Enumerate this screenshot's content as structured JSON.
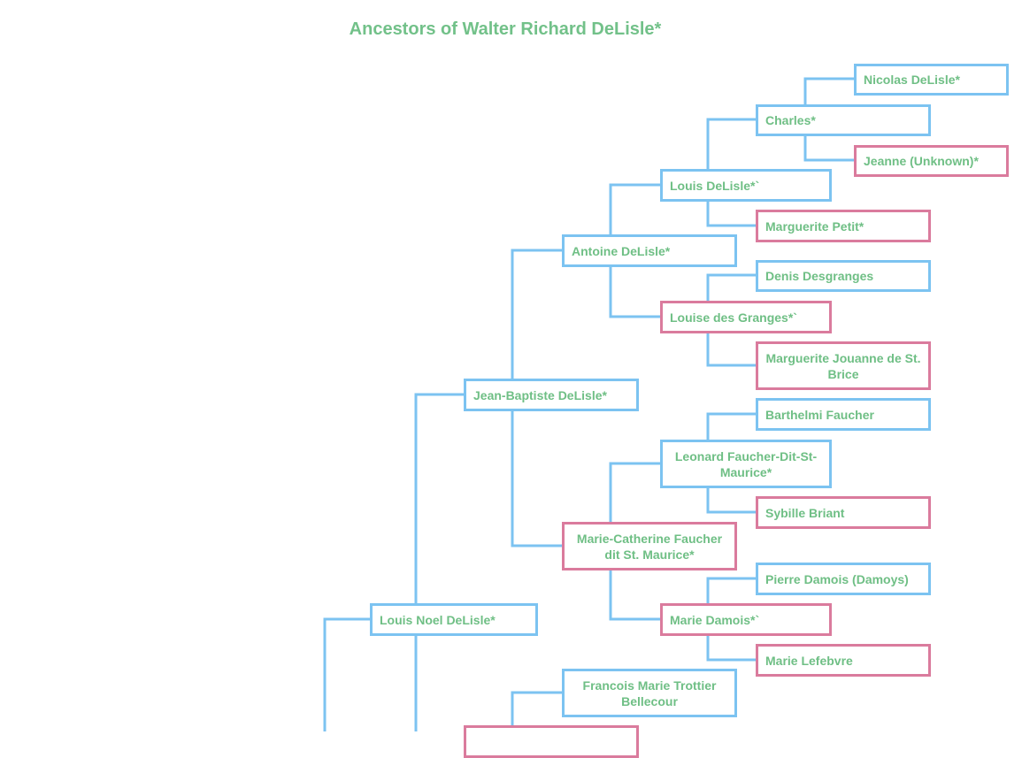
{
  "title": "Ancestors of Walter Richard DeLisle*",
  "people": {
    "nicolas": "Nicolas DeLisle*",
    "charles": "Charles*",
    "jeanne": "Jeanne (Unknown)*",
    "louis": "Louis DeLisle*`",
    "marguerite_petit": "Marguerite Petit*",
    "antoine": "Antoine DeLisle*",
    "denis": "Denis Desgranges",
    "louise": "Louise des Granges*`",
    "marguerite_jouanne": "Marguerite Jouanne de St. Brice",
    "jean_baptiste": "Jean-Baptiste DeLisle*",
    "barthelmi": "Barthelmi Faucher",
    "leonard": "Leonard Faucher-Dit-St-Maurice*",
    "sybille": "Sybille Briant",
    "marie_catherine": "Marie-Catherine Faucher dit St. Maurice*",
    "pierre": "Pierre Damois (Damoys)",
    "marie_damois": "Marie Damois*`",
    "marie_lefebvre": "Marie Lefebvre",
    "louis_noel": "Louis Noel DeLisle*",
    "francois": "Francois Marie Trottier Bellecour",
    "partial": ""
  }
}
